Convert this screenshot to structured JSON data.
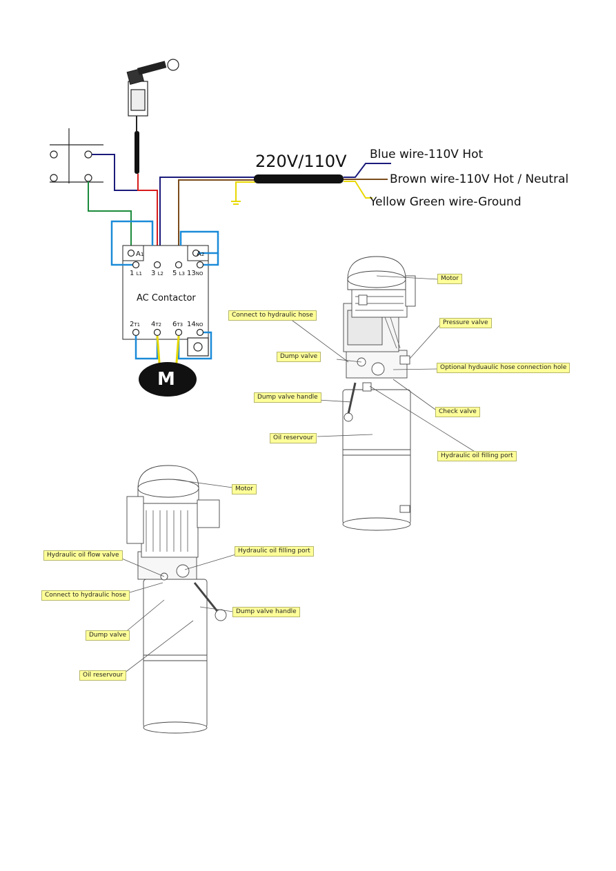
{
  "wiring": {
    "voltage_label": "220V/110V",
    "blue_wire": "Blue wire-110V Hot",
    "brown_wire": "Brown wire-110V Hot / Neutral",
    "yellow_green_wire": "Yellow Green wire-Ground",
    "contactor_label": "AC Contactor",
    "motor_symbol": "M",
    "terminals": {
      "a1": "A",
      "a1_sub": "1",
      "a2": "A",
      "a2_sub": "2",
      "t1": "1",
      "t1_sub": "L1",
      "t3": "3",
      "t3_sub": "L2",
      "t5": "5",
      "t5_sub": "L3",
      "t13": "13",
      "t13_sub": "NO",
      "t2": "2",
      "t2_sub": "T1",
      "t4": "4",
      "t4_sub": "T2",
      "t6": "6",
      "t6_sub": "T3",
      "t14": "14",
      "t14_sub": "NO"
    },
    "colors": {
      "blue": "#1a1a7a",
      "brown": "#7a4a1a",
      "yellow": "#e8d800",
      "green": "#1a8a3a",
      "red": "#d81b1b",
      "cyan": "#1a8ad8"
    }
  },
  "pump1": {
    "labels": {
      "motor": "Motor",
      "connect_hose": "Connect to hydraulic hose",
      "pressure_valve": "Pressure valve",
      "dump_valve": "Dump valve",
      "optional_hole": "Optional hyduaulic hose connection hole",
      "dump_handle": "Dump valve handle",
      "check_valve": "Check valve",
      "oil_reservoir": "Oil reservour",
      "filling_port": "Hydraulic oil filling port"
    }
  },
  "pump2": {
    "labels": {
      "motor": "Motor",
      "flow_valve": "Hydraulic oil flow valve",
      "filling_port": "Hydraulic oil filling port",
      "connect_hose": "Connect to hydraulic hose",
      "dump_handle": "Dump valve handle",
      "dump_valve": "Dump valve",
      "oil_reservoir": "Oil reservour"
    }
  }
}
